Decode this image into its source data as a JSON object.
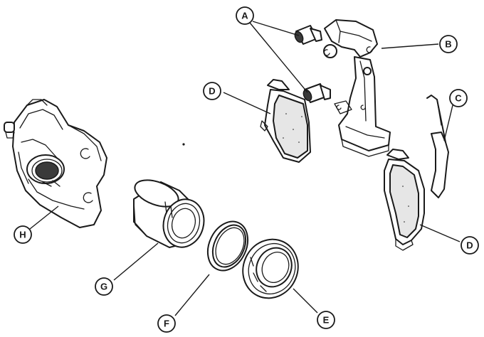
{
  "callouts": {
    "a": "A",
    "b": "B",
    "c": "C",
    "d_upper": "D",
    "d_lower": "D",
    "e": "E",
    "f": "F",
    "g": "G",
    "h": "H"
  },
  "parts": {
    "caliper_housing": "caliper-housing",
    "piston": "piston",
    "piston_seal": "seal-ring",
    "dust_boot": "dust-boot",
    "inner_pad": "brake-pad",
    "outer_pad": "brake-pad",
    "anchor_bracket": "anchor-bracket",
    "guide_pins": "guide-pin",
    "retaining_spring": "anti-rattle-clip"
  }
}
